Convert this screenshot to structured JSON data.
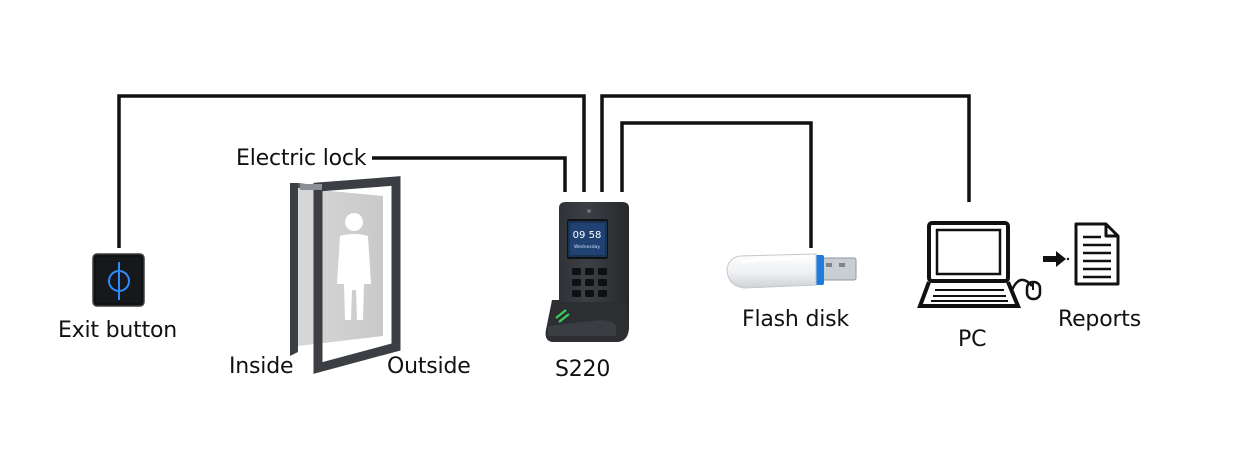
{
  "labels": {
    "electric_lock": "Electric lock",
    "exit_button": "Exit button",
    "inside": "Inside",
    "outside": "Outside",
    "device": "S220",
    "flash_disk": "Flash disk",
    "pc": "PC",
    "reports": "Reports"
  },
  "device_screen": {
    "time": "09 58",
    "day": "Wednesday"
  },
  "colors": {
    "wire": "#111111",
    "exit_button_glow": "#2f8cff",
    "usb_accent": "#1f7be0",
    "fingerprint_led": "#38d05a",
    "door_frame": "#3b3f44",
    "person_silhouette": "#ffffff"
  }
}
